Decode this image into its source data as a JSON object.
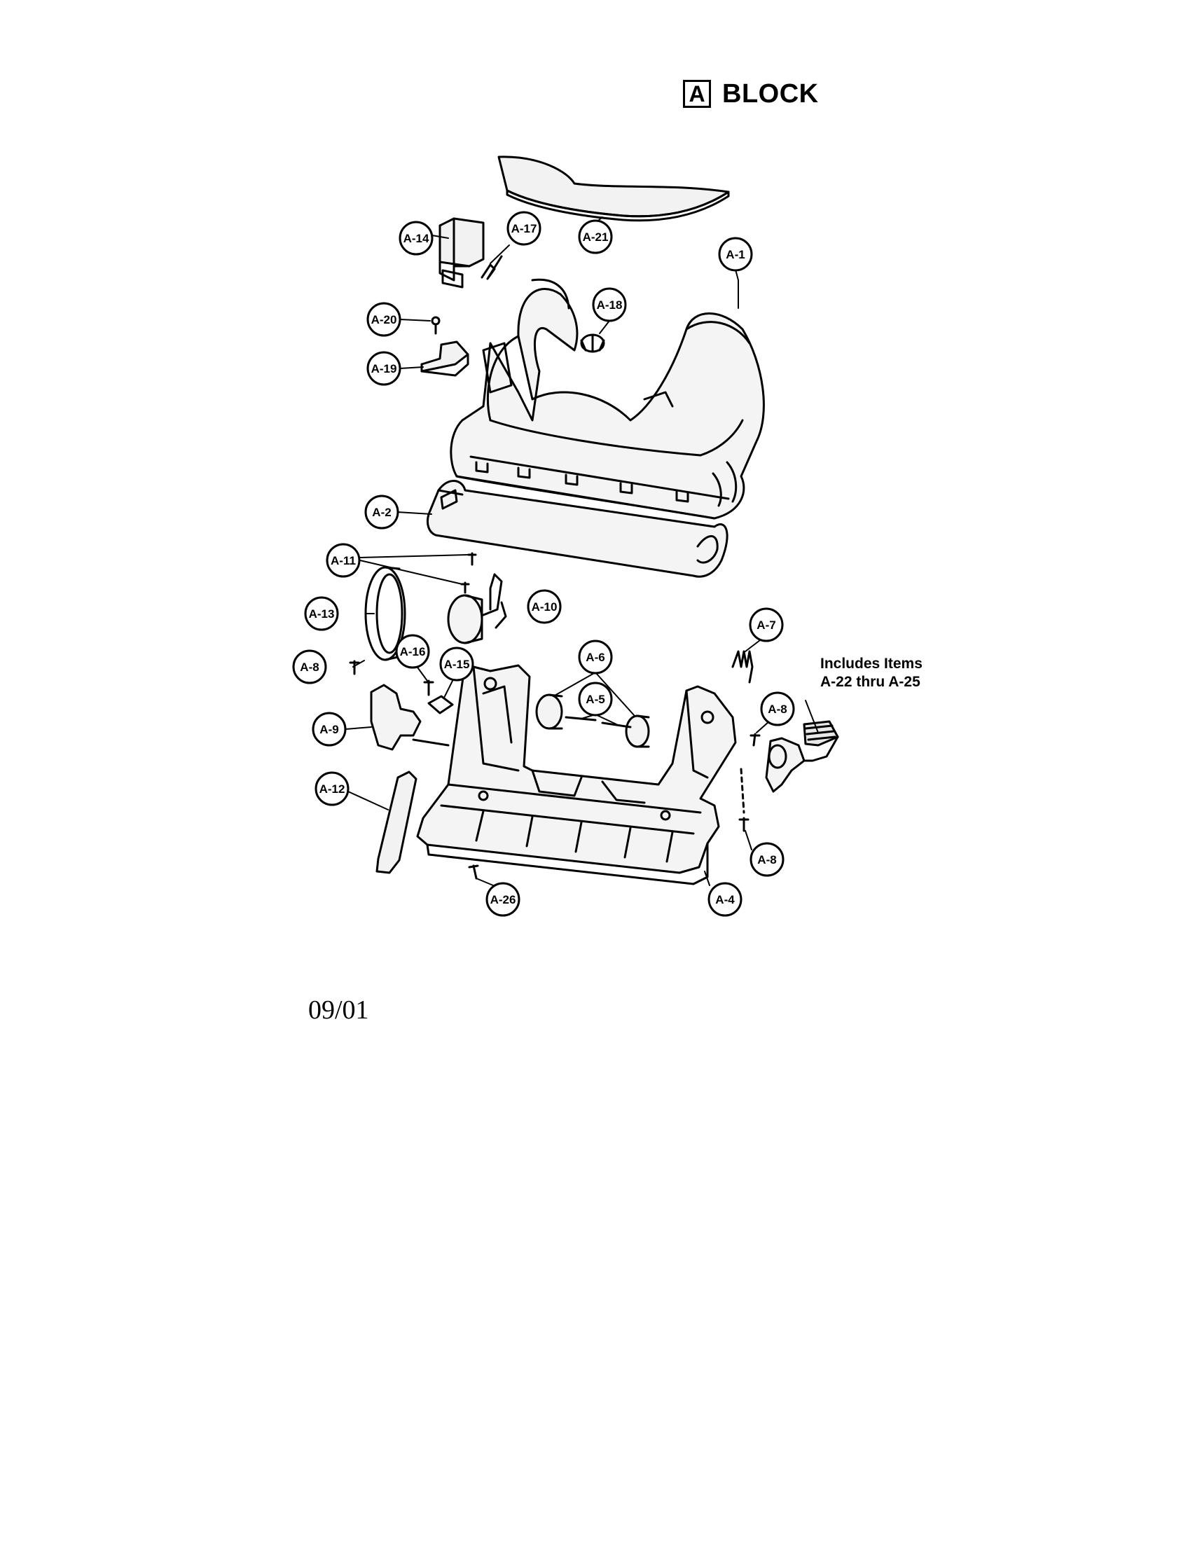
{
  "block": {
    "letter": "A",
    "word": "BLOCK"
  },
  "includes_note": {
    "line1": "Includes Items",
    "line2": "A-22 thru A-25"
  },
  "date": "09/01",
  "callouts": {
    "a1": "A-1",
    "a2": "A-2",
    "a4": "A-4",
    "a5": "A-5",
    "a6": "A-6",
    "a7": "A-7",
    "a8_left": "A-8",
    "a8_right_top": "A-8",
    "a8_right_bottom": "A-8",
    "a9": "A-9",
    "a10": "A-10",
    "a11": "A-11",
    "a12": "A-12",
    "a13": "A-13",
    "a14": "A-14",
    "a15": "A-15",
    "a16": "A-16",
    "a17": "A-17",
    "a18": "A-18",
    "a19": "A-19",
    "a20": "A-20",
    "a21": "A-21",
    "a26": "A-26"
  }
}
